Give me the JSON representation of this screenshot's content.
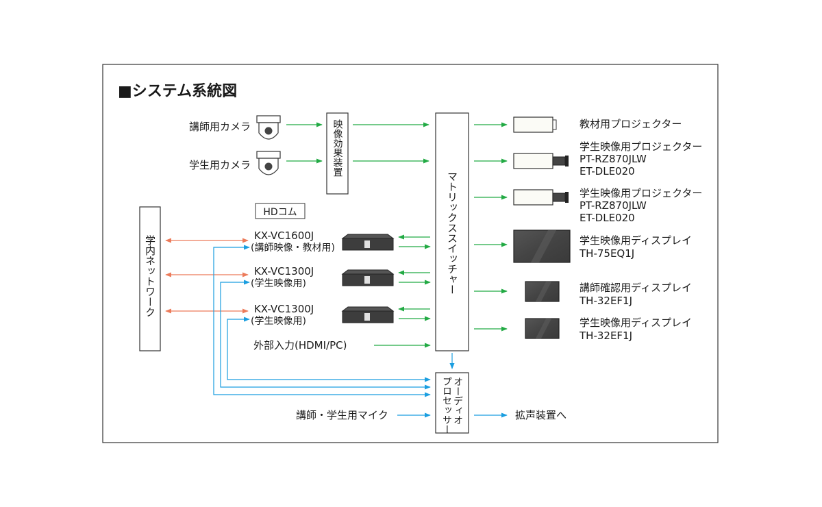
{
  "title": "■システム系統図",
  "colors": {
    "green": "#22aa44",
    "blue": "#1a9ee0",
    "orange": "#ec7b5a",
    "frame": "#333333"
  },
  "inputs": {
    "teacher_camera": "講師用カメラ",
    "student_camera": "学生用カメラ",
    "effects_box": "映像効果装置",
    "hdcom": "HDコム",
    "codec1": [
      "KX-VC1600J",
      "(講師映像・教材用)"
    ],
    "codec2": [
      "KX-VC1300J",
      "(学生映像用)"
    ],
    "codec3": [
      "KX-VC1300J",
      "(学生映像用)"
    ],
    "external_input": "外部入力(HDMI/PC)",
    "network": "学内ネットワーク",
    "mic": "講師・学生用マイク"
  },
  "matrix_switcher": "マトリックススイッチャー",
  "audio_processor": "オーディオプロセッサー",
  "speaker_out": "拡声装置へ",
  "outputs": [
    {
      "lines": [
        "教材用プロジェクター"
      ]
    },
    {
      "lines": [
        "学生映像用プロジェクター",
        "PT-RZ870JLW",
        "ET-DLE020"
      ]
    },
    {
      "lines": [
        "学生映像用プロジェクター",
        "PT-RZ870JLW",
        "ET-DLE020"
      ]
    },
    {
      "lines": [
        "学生映像用ディスプレイ",
        "TH-75EQ1J"
      ]
    },
    {
      "lines": [
        "講師確認用ディスプレイ",
        "TH-32EF1J"
      ]
    },
    {
      "lines": [
        "学生映像用ディスプレイ",
        "TH-32EF1J"
      ]
    }
  ]
}
